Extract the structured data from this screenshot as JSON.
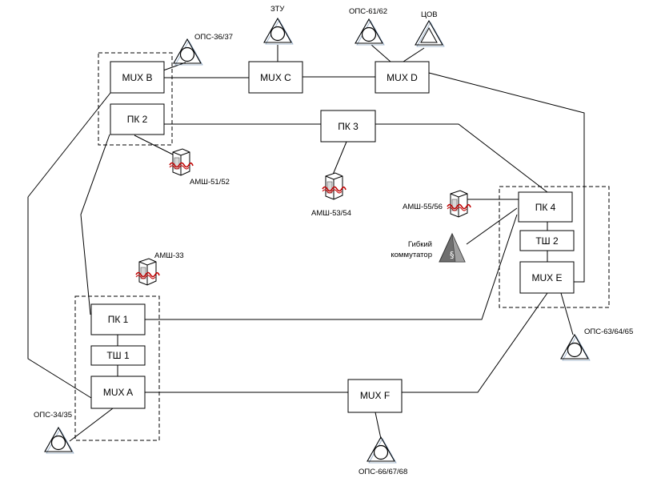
{
  "nodes": {
    "mux_a": "MUX A",
    "mux_b": "MUX B",
    "mux_c": "MUX C",
    "mux_d": "MUX D",
    "mux_e": "MUX E",
    "mux_f": "MUX F",
    "pk_1": "ПК 1",
    "pk_2": "ПК 2",
    "pk_3": "ПК 3",
    "pk_4": "ПК 4",
    "tsh_1": "ТШ 1",
    "tsh_2": "ТШ 2"
  },
  "terminals": {
    "ops_36_37": "ОПС-36/37",
    "ztu": "ЗТУ",
    "ops_61_62": "ОПС-61/62",
    "tsov": "ЦОВ",
    "ops_34_35": "ОПС-34/35",
    "ops_66_67_68": "ОПС-66/67/68",
    "ops_63_64_65": "ОПС-63/64/65"
  },
  "amsh": {
    "amsh_51_52": "АМШ-51/52",
    "amsh_53_54": "АМШ-53/54",
    "amsh_55_56": "АМШ-55/56",
    "amsh_33": "АМШ-33"
  },
  "flex_switch": {
    "line1": "Гибкий",
    "line2": "коммутатор"
  },
  "colors": {
    "line": "#000000",
    "ops_outline": "#5b7fa6",
    "amsh_cable": "#c00000",
    "flex_fill": "#808080"
  },
  "icons": {
    "ops": "ops-triangle-circle-icon",
    "tsov": "double-triangle-icon",
    "amsh": "amsh-cabinet-icon",
    "flex": "pyramid-switch-icon"
  }
}
